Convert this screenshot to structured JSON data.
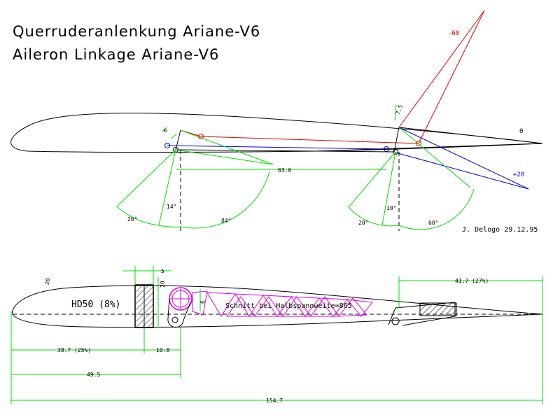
{
  "title": {
    "line1": "Querruderanlenkung Ariane-V6",
    "line2": "Aileron Linkage Ariane-V6"
  },
  "top_view": {
    "deflection_labels": {
      "up": "-60",
      "neutral": "0",
      "down": "+20"
    },
    "small_labels": {
      "servo_arm": "6",
      "horn": "7.5"
    },
    "dimension_rod": "63.6",
    "servo_angles": {
      "a14": "14°",
      "a26": "26°",
      "a84": "84°"
    },
    "horn_angles": {
      "a10": "10°",
      "a20": "20°",
      "a60": "60°"
    },
    "author": "J. Delogo 29.12.95"
  },
  "section_view": {
    "airfoil": "HD50 (8%)",
    "cut_note": "Schnitt bei Halbspannweite=865",
    "angle_label": "20",
    "dims": {
      "spar_width": "5",
      "spar_height": "20",
      "servo_depth": "6",
      "aileron_chord": "41.7 (27%)",
      "leading_to_spar": "38.7 (25%)",
      "spar_to_servo": "10.8",
      "leading_to_servo": "49.5",
      "total_chord": "154.7"
    }
  },
  "colors": {
    "dimension": "#00dd00",
    "up_linkage": "#e00000",
    "down_linkage": "#0000dd",
    "ribs": "#dd00dd",
    "outline": "#000000"
  }
}
